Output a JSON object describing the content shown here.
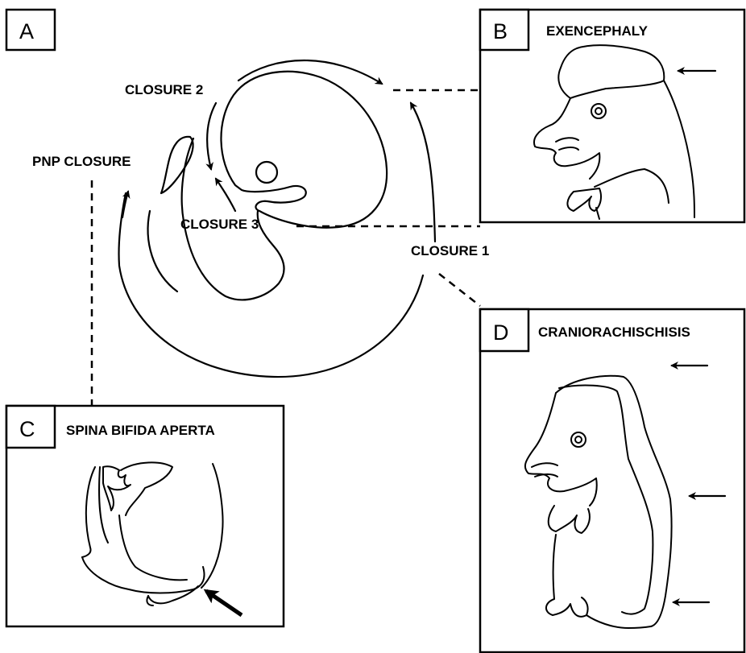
{
  "embryo": {
    "closure_2": "CLOSURE 2",
    "closure_3": "CLOSURE 3",
    "closure_1": "CLOSURE 1",
    "pnp_closure": "PNP CLOSURE"
  },
  "panels": {
    "a": {
      "letter": "A"
    },
    "b": {
      "letter": "B",
      "title": "EXENCEPHALY"
    },
    "c": {
      "letter": "C",
      "title": "SPINA BIFIDA APERTA"
    },
    "d": {
      "letter": "D",
      "title": "CRANIORACHISCHISIS"
    }
  }
}
